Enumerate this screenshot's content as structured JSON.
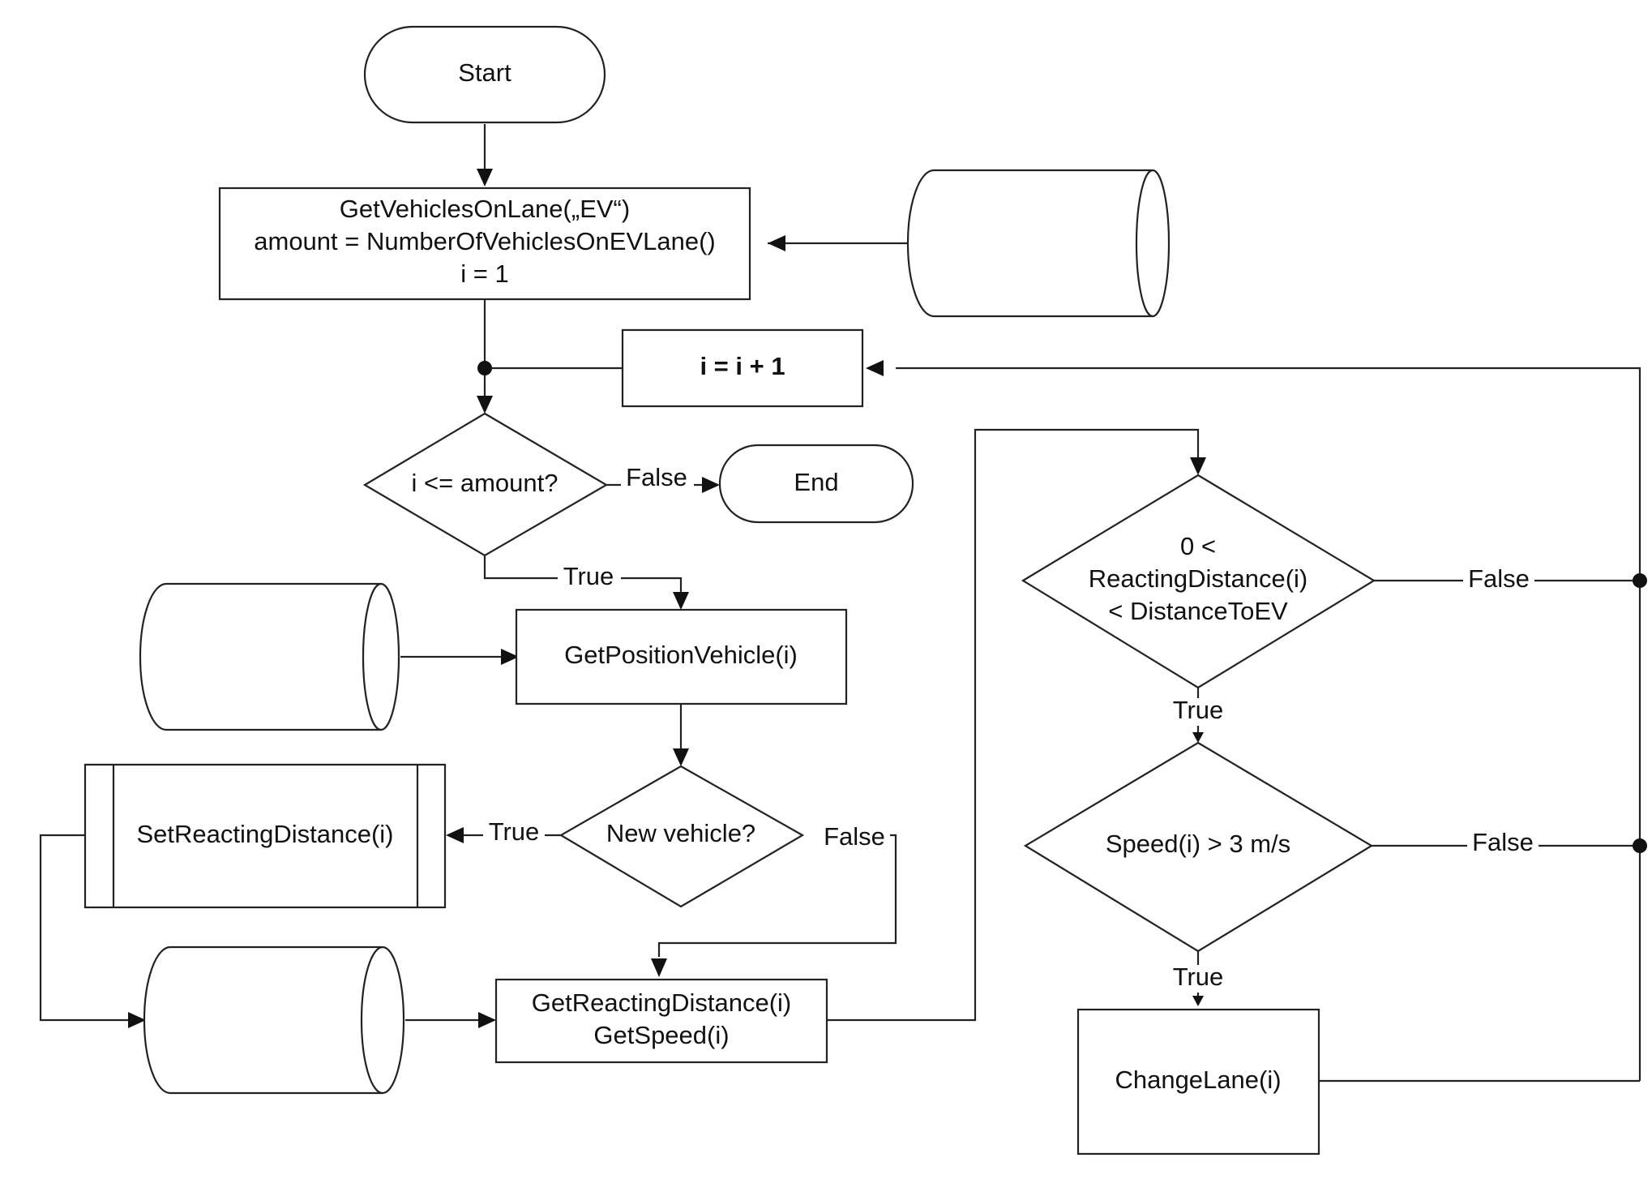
{
  "nodes": {
    "start": "Start",
    "get_vehicles": [
      "GetVehiclesOnLane(„EV“)",
      "amount = NumberOfVehiclesOnEVLane()",
      "i = 1"
    ],
    "increment": "i = i + 1",
    "loop_check": "i <= amount?",
    "end": "End",
    "get_position": "GetPosition­Vehicle(i)",
    "new_vehicle": "New vehicle?",
    "set_reacting": "SetReactingDistance(i)",
    "get_reacting": [
      "GetReactingDistance(i)",
      "GetSpeed(i)"
    ],
    "distance_check": [
      "0 <",
      "ReactingDistance(i)",
      "< DistanceToEV"
    ],
    "speed_check": "Speed(i) > 3 m/s",
    "change_lane": "ChangeLane(i)"
  },
  "edge_labels": {
    "loop_false": "False",
    "loop_true": "True",
    "new_true": "True",
    "new_false": "False",
    "dist_true": "True",
    "dist_false": "False",
    "speed_true": "True",
    "speed_false": "False"
  },
  "colors": {
    "stroke": "#222222",
    "text": "#111111",
    "background": "#ffffff"
  }
}
